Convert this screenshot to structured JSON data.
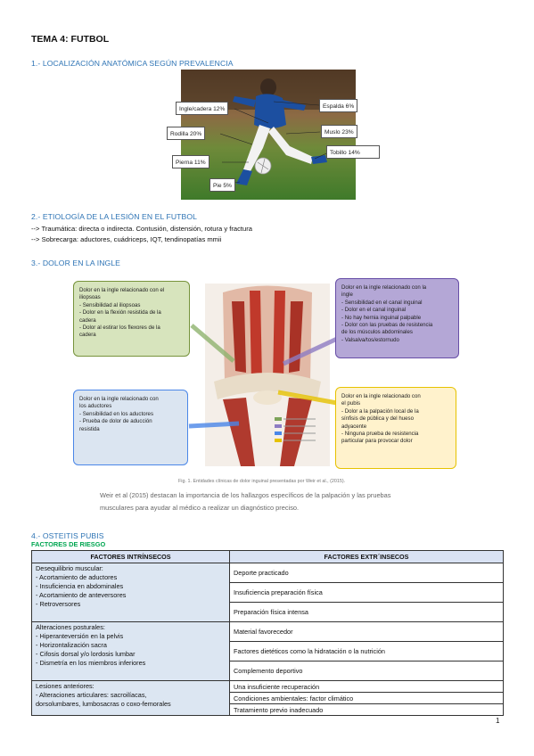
{
  "title": "TEMA 4: FUTBOL",
  "sections": {
    "s1": "1.- LOCALIZACIÓN ANATÓMICA SEGÚN PREVALENCIA",
    "s2": "2.- ETIOLOGÍA DE LA LESIÓN EN EL FUTBOL",
    "s3": "3.- DOLOR EN LA INGLE",
    "s4": "4.- OSTEITIS PUBIS",
    "s4_sub": "FACTORES DE RIESGO"
  },
  "injury_labels": {
    "ingle": "Ingle/cadera 12%",
    "espalda": "Espalda 6%",
    "rodilla": "Rodilla 20%",
    "muslo": "Muslo 23%",
    "tobillo": "Tobillo 14%",
    "pierna": "Pierna 11%",
    "pie": "Pie 5%"
  },
  "etiology": {
    "line1_prefix": "--> Traumática:",
    "line1_rest": " directa o indirecta. Contusión, distensión, rotura y fractura",
    "line2_prefix": "--> Sobrecarga:",
    "line2_rest": " aductores, cuádriceps, IQT, tendinopatías mmii"
  },
  "groin_boxes": {
    "green": [
      "Dolor en la ingle relacionado con el",
      "iliopsoas",
      "- Sensibilidad al iliopsoas",
      "- Dolor en la flexión resistida de la",
      "cadera",
      "- Dolor al estirar los flexores de la",
      "cadera"
    ],
    "purple": [
      "Dolor en la ingle relacionado con la",
      "ingle",
      "- Sensibilidad en el canal inguinal",
      "- Dolor en el canal inguinal",
      "- No hay hernia inguinal palpable",
      "- Dolor con las pruebas de resistencia",
      "  de los músculos abdominales",
      "- Valsalva/tos/estornudo"
    ],
    "blue": [
      "Dolor en la ingle relacionado con",
      "los aductores",
      "- Sensibilidad en los aductores",
      "- Prueba de dolor de aducción",
      "resistida"
    ],
    "yellow": [
      "Dolor en la ingle relacionado con",
      "el pubis",
      "- Dolor a la palpación local de la",
      "sínfisis de pública y del hueso",
      "adyacente",
      "- Ninguna prueba de resistencia",
      "particular para provocar dolor"
    ]
  },
  "figure_caption": "Fig. 1. Entidades clínicas de dolor inguinal presentadas por Weir et al., (2015).",
  "weir_text": {
    "line1": "Weir et al (2015) destacan la importancia de los hallazgos específicos de la palpación y las pruebas",
    "line2": "musculares para ayudar al médico a realizar un diagnóstico preciso."
  },
  "risk_table": {
    "headers": [
      "FACTORES INTRÍNSECOS",
      "FACTORES EXTR´INSECOS"
    ],
    "intrinsic": [
      [
        "Desequilibrio muscular:",
        "- Acortamiento de aductores",
        "- Insuficiencia en abdominales",
        "- Acortamiento de anteversores",
        "- Retroversores"
      ],
      [
        "Alteraciones posturales:",
        "- Hiperanteversión en la pelvis",
        "- Horizontalización sacra",
        "- Cifosis dorsal y/o lordosis lumbar",
        "- Dismetría en los miembros inferiores"
      ],
      [
        "Lesiones anteriores:",
        "- Alteraciones articulares: sacroilíacas,",
        "dorsolumbares, lumbosacras o coxo-femorales"
      ]
    ],
    "extrinsic": [
      "Deporte practicado",
      "Insuficiencia preparación física",
      "Preparación física intensa",
      "Material favorecedor",
      "Factores dietéticos como la hidratación o la nutrición",
      "Complemento deportivo",
      "Una insuficiente recuperación",
      "Condiciones ambientales: factor climático",
      "Tratamiento previo inadecuado"
    ]
  },
  "page_number": "1"
}
